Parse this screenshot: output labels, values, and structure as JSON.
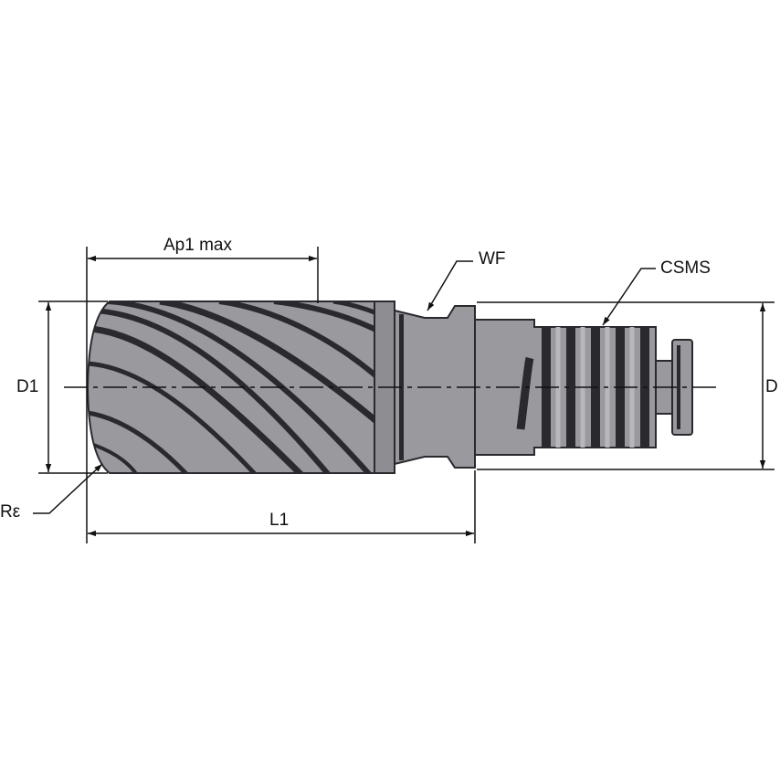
{
  "labels": {
    "ap1_max": "Ap1 max",
    "wf": "WF",
    "csms": "CSMS",
    "d1": "D1",
    "d": "D",
    "r_epsilon": "Rε",
    "l1": "L1"
  },
  "colors": {
    "background": "#ffffff",
    "tool_fill": "#9a9a9e",
    "tool_dark": "#2a2a2e",
    "line": "#111111"
  }
}
